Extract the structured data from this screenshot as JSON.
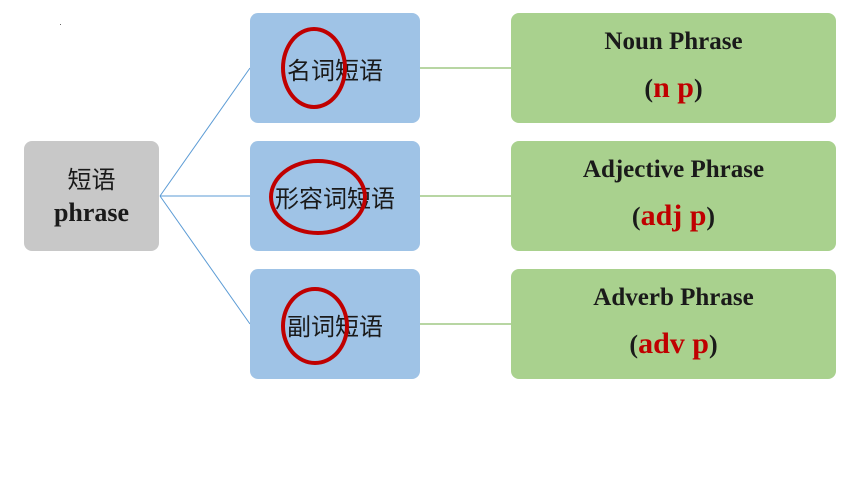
{
  "root": {
    "zh": "短语",
    "en": "phrase"
  },
  "branches": [
    {
      "zh": "名词短语",
      "en_name": "Noun Phrase",
      "abbr": "n p",
      "open_paren": "(",
      "close_paren": ")"
    },
    {
      "zh": "形容词短语",
      "en_name": "Adjective Phrase",
      "abbr": "adj p",
      "open_paren": "(",
      "close_paren": ")"
    },
    {
      "zh": "副词短语",
      "en_name": "Adverb Phrase",
      "abbr": "adv p",
      "open_paren": "(",
      "close_paren": ")"
    }
  ],
  "colors": {
    "root_fill": "#c8c8c8",
    "middle_fill": "#9fc3e6",
    "right_fill": "#a9d18e",
    "highlight_ring": "#c00000",
    "abbr_text": "#c00000",
    "left_connector": "#5b9bd5",
    "right_connector": "#70ad47"
  }
}
